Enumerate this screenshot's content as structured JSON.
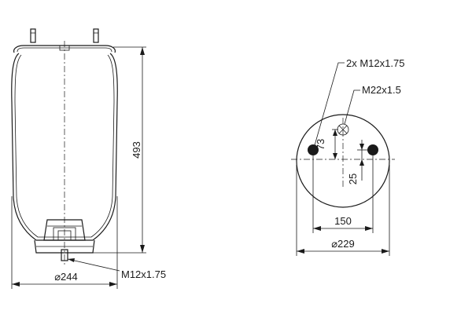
{
  "side_view": {
    "height_label": "493",
    "diameter_label": "⌀244",
    "thread_label": "M12x1.75"
  },
  "top_view": {
    "studs_label": "2x M12x1.75",
    "air_fitting_label": "M22x1.5",
    "fitting_offset_label": "73",
    "stud_offset_label": "25",
    "stud_spacing_label": "150",
    "plate_diameter_label": "⌀229"
  }
}
